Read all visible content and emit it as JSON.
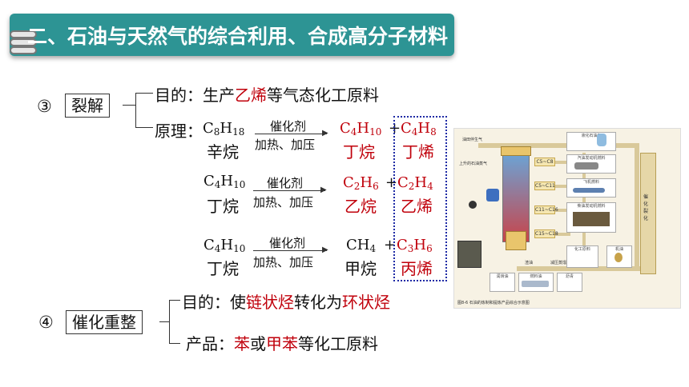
{
  "title": "二、石油与天然气的综合利用、合成高分子材料",
  "crack": {
    "num": "③",
    "label": "裂解",
    "purpose_prefix": "目的：生产",
    "purpose_red": "乙烯",
    "purpose_suffix": "等气态化工原料",
    "principle_label": "原理：",
    "catalyst": "催化剂",
    "conditions": "加热、加压",
    "r1": {
      "reactant_name": "辛烷",
      "p1_name": "丁烷",
      "p2_name": "丁烯"
    },
    "r2": {
      "reactant_name": "丁烷",
      "p1_name": "乙烷",
      "p2_name": "乙烯"
    },
    "r3": {
      "reactant_name": "丁烷",
      "p1_name": "甲烷",
      "p2_name": "丙烯"
    }
  },
  "reform": {
    "num": "④",
    "label": "催化重整",
    "purpose_prefix": "目的：使",
    "purpose_red1": "链状烃",
    "purpose_mid": "转化为",
    "purpose_red2": "环状烃",
    "product_prefix": "产品：",
    "product_red1": "苯",
    "product_mid": "或",
    "product_red2": "甲苯",
    "product_suffix": "等化工原料"
  },
  "diagram": {
    "left_labels": [
      "油田伴生气",
      "上升的石油蒸气"
    ],
    "mid_labels": [
      "C5~C8",
      "C5~C11",
      "C11~C16",
      "C15~C18"
    ],
    "right_labels": [
      "液化石油气",
      "汽油发动机燃料",
      "飞机燃料",
      "柴油发动机燃料",
      "化工原料",
      "机油"
    ],
    "bottom_labels": [
      "渣油",
      "减压蒸馏",
      "润滑油",
      "燃料油",
      "沥青"
    ],
    "side_label": "催化裂化",
    "caption": "图8-6 石油的炼制和提炼产品综合示意图"
  }
}
